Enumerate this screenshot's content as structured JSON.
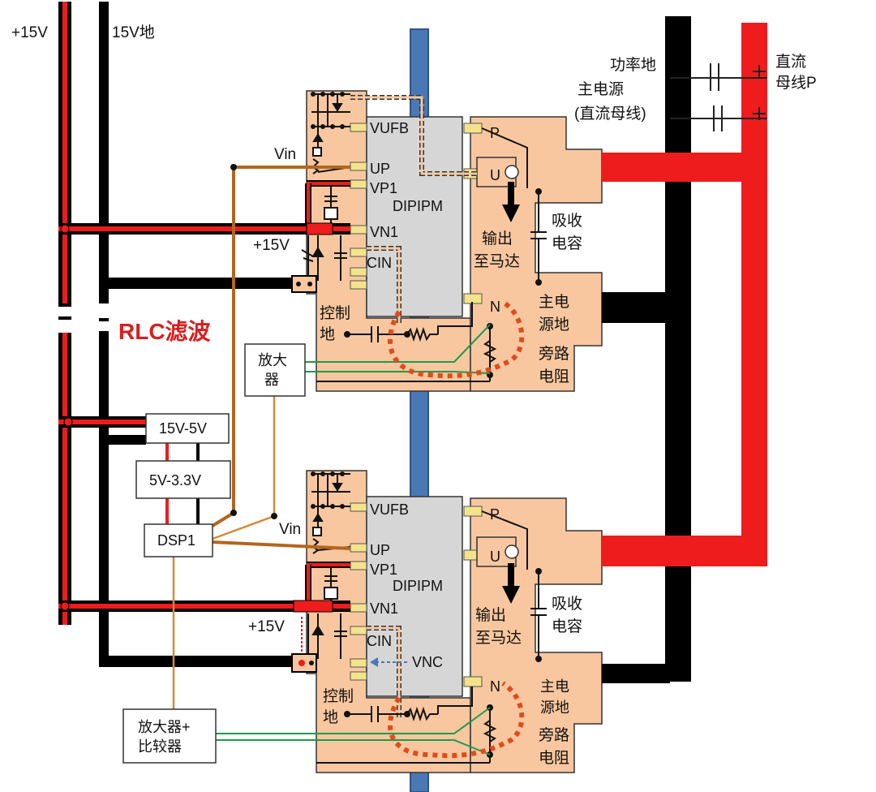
{
  "rails": {
    "plus15": "+15V",
    "gnd15": "15V地",
    "rlc": "RLC滤波"
  },
  "dc_bus": {
    "power_ground": "功率地",
    "main_power": "主电源",
    "main_power_note": "(直流母线)",
    "bus_p_line1": "直流",
    "bus_p_line2": "母线P"
  },
  "modules": [
    {
      "pins": [
        "VUFB",
        "UP",
        "VP1",
        "VN1",
        "CIN"
      ],
      "chip": "DIPIPM",
      "vin": "Vin",
      "plus15": "+15V",
      "p": "P",
      "u": "U",
      "n": "N",
      "vnc": "",
      "output_line1": "输出",
      "output_line2": "至马达",
      "snubber_line1": "吸收",
      "snubber_line2": "电容",
      "mainground_line1": "主电",
      "mainground_line2": "源地",
      "shunt_line1": "旁路",
      "shunt_line2": "电阻",
      "ctrlground_line1": "控制",
      "ctrlground_line2": "地"
    },
    {
      "pins": [
        "VUFB",
        "UP",
        "VP1",
        "VN1",
        "CIN"
      ],
      "chip": "DIPIPM",
      "vin": "Vin",
      "plus15": "+15V",
      "p": "P",
      "u": "U",
      "n": "N",
      "vnc": "VNC",
      "output_line1": "输出",
      "output_line2": "至马达",
      "snubber_line1": "吸收",
      "snubber_line2": "电容",
      "mainground_line1": "主电",
      "mainground_line2": "源地",
      "shunt_line1": "旁路",
      "shunt_line2": "电阻",
      "ctrlground_line1": "控制",
      "ctrlground_line2": "地"
    }
  ],
  "blocks": {
    "amp": [
      "放大",
      "器"
    ],
    "conv15_5": "15V-5V",
    "conv5_33": "5V-3.3V",
    "dsp": "DSP1",
    "amp_comp": [
      "放大器+",
      "比较器"
    ]
  },
  "colors": {
    "rail_red": "#ee1c1c",
    "rail_black": "#000000",
    "pcb": "#f8c79f",
    "chip": "#d6d6d6",
    "bar_blue": "#4a78b5",
    "trace_brown": "#b3661f",
    "trace_orange": "#d4893a",
    "sense_green": "#1d9b4d",
    "loop_dash": "#e04b1c"
  }
}
